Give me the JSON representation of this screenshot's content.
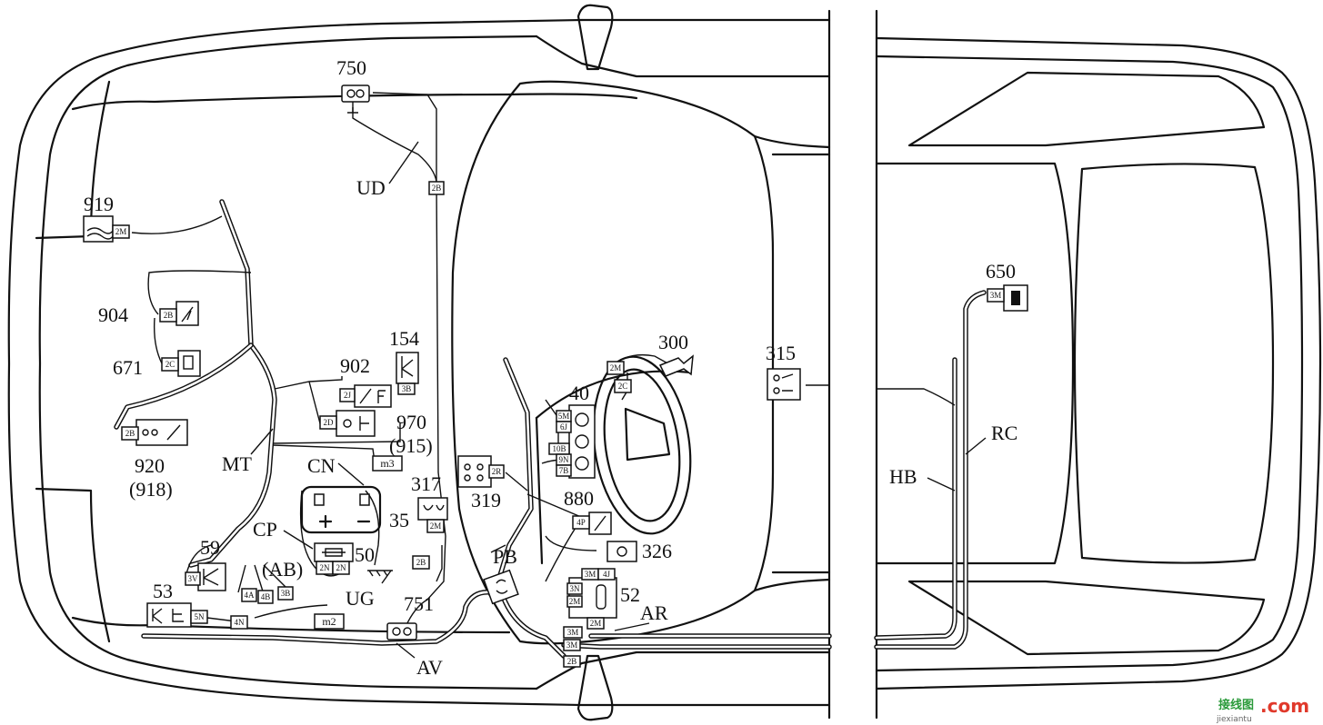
{
  "components": [
    {
      "id": "c750",
      "label": "750"
    },
    {
      "id": "c919",
      "label": "919"
    },
    {
      "id": "c904",
      "label": "904"
    },
    {
      "id": "c671",
      "label": "671"
    },
    {
      "id": "c902",
      "label": "902"
    },
    {
      "id": "c154",
      "label": "154"
    },
    {
      "id": "c970",
      "label": "970"
    },
    {
      "id": "c915",
      "label": "(915)"
    },
    {
      "id": "c920",
      "label": "920"
    },
    {
      "id": "c918",
      "label": "(918)"
    },
    {
      "id": "c317",
      "label": "317"
    },
    {
      "id": "c319",
      "label": "319"
    },
    {
      "id": "c35",
      "label": "35"
    },
    {
      "id": "c50",
      "label": "50"
    },
    {
      "id": "c59",
      "label": "59"
    },
    {
      "id": "c53",
      "label": "53"
    },
    {
      "id": "c751",
      "label": "751"
    },
    {
      "id": "c40",
      "label": "40"
    },
    {
      "id": "c300",
      "label": "300"
    },
    {
      "id": "c880",
      "label": "880"
    },
    {
      "id": "c326",
      "label": "326"
    },
    {
      "id": "c52",
      "label": "52"
    },
    {
      "id": "c315",
      "label": "315"
    },
    {
      "id": "c650",
      "label": "650"
    }
  ],
  "harnesses": [
    {
      "id": "ud",
      "label": "UD"
    },
    {
      "id": "mt",
      "label": "MT"
    },
    {
      "id": "cn",
      "label": "CN"
    },
    {
      "id": "cp",
      "label": "CP"
    },
    {
      "id": "ab",
      "label": "(AB)"
    },
    {
      "id": "ug",
      "label": "UG"
    },
    {
      "id": "av",
      "label": "AV"
    },
    {
      "id": "pb",
      "label": "PB"
    },
    {
      "id": "ar",
      "label": "AR"
    },
    {
      "id": "hb",
      "label": "HB"
    },
    {
      "id": "rc",
      "label": "RC"
    }
  ],
  "connectors": {
    "k2B_ud": "2B",
    "k2M_919": "2M",
    "k2B_904": "2B",
    "k2C_671": "2C",
    "k2J": "2J",
    "k3B_154": "3B",
    "k2D": "2D",
    "km3": "m3",
    "k2B_920": "2B",
    "k2R_319": "2R",
    "k2M_317": "2M",
    "k2N_a": "2N",
    "k2N_b": "2N",
    "k3V": "3V",
    "k4A": "4A",
    "k4B": "4B",
    "k3B_ab": "3B",
    "k4N": "4N",
    "k5N": "5N",
    "km2": "m2",
    "k2B_751": "2B",
    "k2M_300": "2M",
    "k2C_300": "2C",
    "k5M": "5M",
    "k6J": "6J",
    "k10B": "10B",
    "k9N": "9N",
    "k7B": "7B",
    "k4P": "4P",
    "k3M_52": "3M",
    "k4J": "4J",
    "k3N": "3N",
    "k2M_52": "2M",
    "k3M_ar": "3M",
    "k2M_ar": "2M",
    "k3M_b": "3M",
    "k2B_ar": "2B",
    "k3M_650": "3M"
  },
  "watermark": {
    "cn": "接线图",
    "com": ".com",
    "url": "jiexiantu"
  }
}
